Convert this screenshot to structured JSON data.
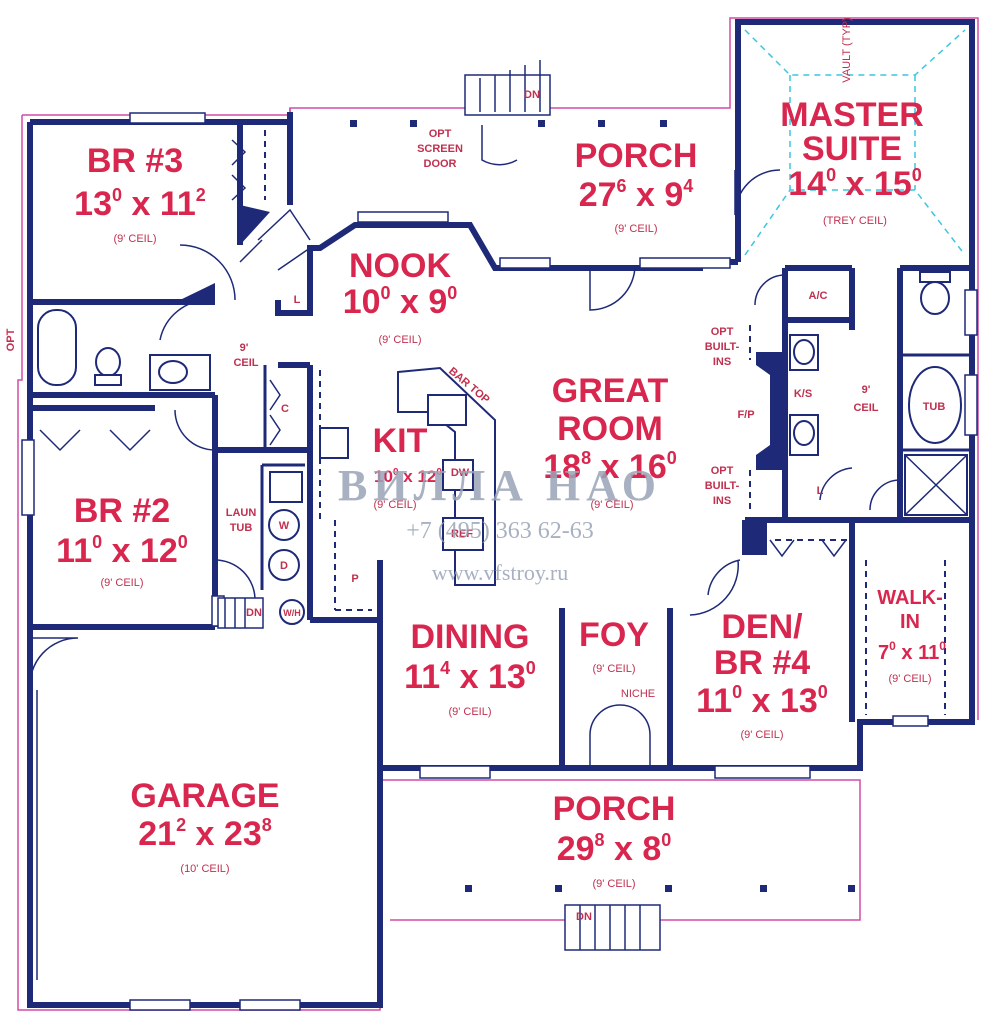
{
  "rooms": {
    "br3": {
      "name": "BR #3",
      "w": "13",
      "wi": "0",
      "h": "11",
      "hi": "2",
      "ceil": "(9' CEIL)"
    },
    "nook": {
      "name": "NOOK",
      "w": "10",
      "wi": "0",
      "h": "9",
      "hi": "0",
      "ceil": "(9' CEIL)"
    },
    "porch_top": {
      "name": "PORCH",
      "w": "27",
      "wi": "6",
      "h": "9",
      "hi": "4",
      "ceil": "(9' CEIL)"
    },
    "master": {
      "name1": "MASTER",
      "name2": "SUITE",
      "w": "14",
      "wi": "0",
      "h": "15",
      "hi": "0",
      "ceil": "(TREY CEIL)",
      "vault": "VAULT (TYP)"
    },
    "great": {
      "name1": "GREAT",
      "name2": "ROOM",
      "w": "18",
      "wi": "8",
      "h": "16",
      "hi": "0",
      "ceil": "(9' CEIL)"
    },
    "kit": {
      "name": "KIT",
      "w": "10",
      "wi": "0",
      "h": "12",
      "hi": "0",
      "ceil": "(9' CEIL)"
    },
    "br2": {
      "name": "BR #2",
      "w": "11",
      "wi": "0",
      "h": "12",
      "hi": "0",
      "ceil": "(9' CEIL)"
    },
    "dining": {
      "name": "DINING",
      "w": "11",
      "wi": "4",
      "h": "13",
      "hi": "0",
      "ceil": "(9' CEIL)"
    },
    "foy": {
      "name": "FOY",
      "ceil": "(9' CEIL)"
    },
    "den": {
      "name1": "DEN/",
      "name2": "BR #4",
      "w": "11",
      "wi": "0",
      "h": "13",
      "hi": "0",
      "ceil": "(9' CEIL)"
    },
    "walkin": {
      "name1": "WALK-",
      "name2": "IN",
      "w": "7",
      "wi": "0",
      "h": "11",
      "hi": "0",
      "ceil": "(9' CEIL)"
    },
    "garage": {
      "name": "GARAGE",
      "w": "21",
      "wi": "2",
      "h": "23",
      "hi": "8",
      "ceil": "(10' CEIL)"
    },
    "porch_bottom": {
      "name": "PORCH",
      "w": "29",
      "wi": "8",
      "h": "8",
      "hi": "0",
      "ceil": "(9' CEIL)"
    }
  },
  "labels": {
    "opt_screen_1": "OPT",
    "opt_screen_2": "SCREEN",
    "opt_screen_3": "DOOR",
    "dn": "DN",
    "opt_side": "OPT",
    "ceil9_1": "9'",
    "ceil9_2": "CEIL",
    "l": "L",
    "c": "C",
    "ac": "A/C",
    "opt_builtins_1": "OPT",
    "opt_builtins_2": "BUILT-",
    "opt_builtins_3": "INS",
    "fp": "F/P",
    "ks": "K/S",
    "tub": "TUB",
    "bar_top": "BAR TOP",
    "dw": "DW",
    "ref": "REF",
    "p": "P",
    "laun_1": "LAUN",
    "laun_2": "TUB",
    "w": "W",
    "d": "D",
    "wh": "W/H",
    "niche": "NICHE",
    "x": "x"
  },
  "watermark": {
    "line1": "ВИЛЛА НАО",
    "phone": "+7 (495) 363 62-63",
    "url": "www.vfstroy.ru"
  },
  "colors": {
    "wall": "#1e2a78",
    "label": "#d8264e",
    "outline": "#d24aa8",
    "vault": "#3cc6e0"
  }
}
